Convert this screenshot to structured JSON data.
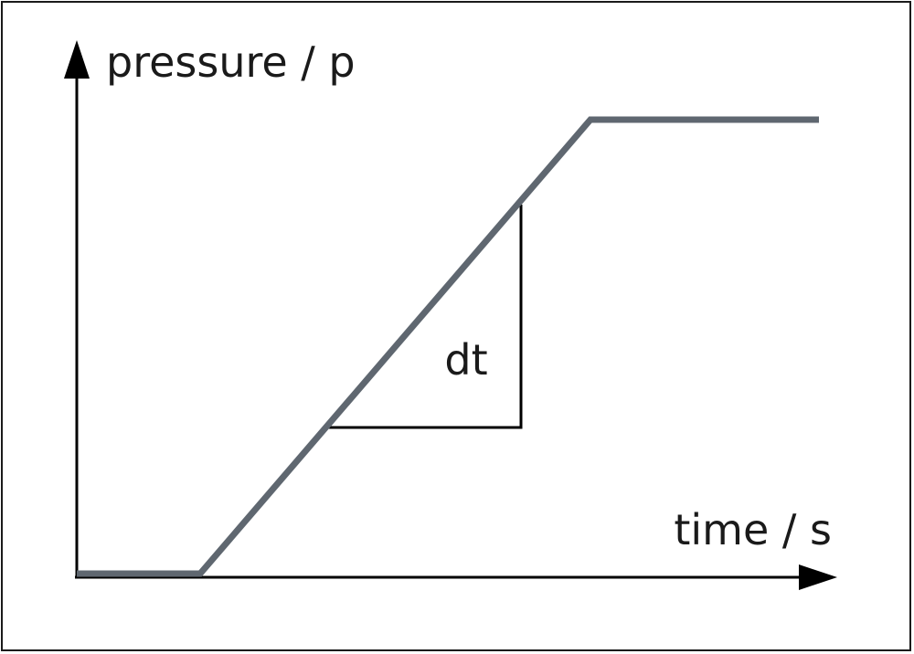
{
  "diagram": {
    "y_axis_label": "pressure / p",
    "x_axis_label": "time / s",
    "slope_label": "dt"
  },
  "colors": {
    "curve": "#5f6770",
    "axes": "#000000",
    "text": "#1a1a1a",
    "background": "#ffffff"
  }
}
